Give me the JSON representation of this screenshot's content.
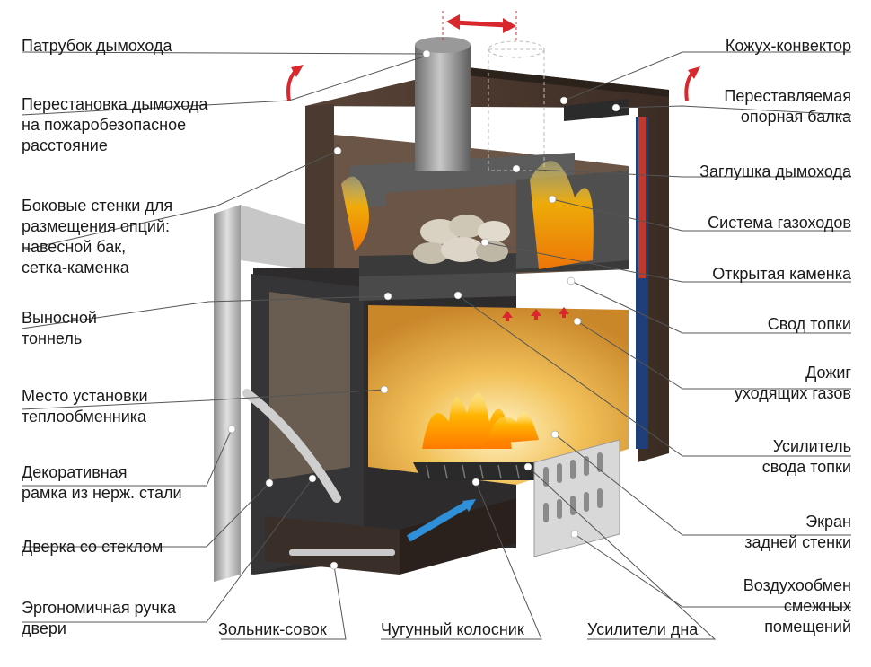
{
  "labels_left": [
    {
      "id": "patrubok",
      "lines": [
        "Патрубок дымохода"
      ]
    },
    {
      "id": "perestanovka",
      "lines": [
        "Перестановка дымохода",
        "на пожаробезопасное",
        "расстояние"
      ]
    },
    {
      "id": "bokovye",
      "lines": [
        "Боковые стенки для",
        "размещения опций:",
        "навесной  бак,",
        "сетка-каменка"
      ]
    },
    {
      "id": "vynosnoy",
      "lines": [
        "Выносной",
        "тоннель"
      ]
    },
    {
      "id": "mesto",
      "lines": [
        "Место установки",
        "теплообменника"
      ]
    },
    {
      "id": "dekor",
      "lines": [
        "Декоративная",
        "рамка из нерж. стали"
      ]
    },
    {
      "id": "dverka",
      "lines": [
        "Дверка со стеклом"
      ]
    },
    {
      "id": "ruchka",
      "lines": [
        "Эргономичная ручка",
        "двери"
      ]
    }
  ],
  "labels_right": [
    {
      "id": "kozhuh",
      "lines": [
        "Кожух-конвектор"
      ]
    },
    {
      "id": "balka",
      "lines": [
        "Переставляемая",
        "опорная балка"
      ]
    },
    {
      "id": "zaglushka",
      "lines": [
        "Заглушка дымохода"
      ]
    },
    {
      "id": "sistema",
      "lines": [
        "Система газоходов"
      ]
    },
    {
      "id": "kamenka",
      "lines": [
        "Открытая каменка"
      ]
    },
    {
      "id": "svod",
      "lines": [
        "Свод топки"
      ]
    },
    {
      "id": "dozhig",
      "lines": [
        "Дожиг",
        "уходящих газов"
      ]
    },
    {
      "id": "usilitel",
      "lines": [
        "Усилитель",
        "свода топки"
      ]
    },
    {
      "id": "ekran",
      "lines": [
        "Экран",
        "задней стенки"
      ]
    },
    {
      "id": "vozduh",
      "lines": [
        "Воздухообмен",
        "смежных",
        "помещений"
      ]
    }
  ],
  "labels_bottom": [
    {
      "id": "zolnik",
      "lines": [
        "Зольник-совок"
      ]
    },
    {
      "id": "kolosnik",
      "lines": [
        "Чугунный колосник"
      ]
    },
    {
      "id": "dno",
      "lines": [
        "Усилители дна"
      ]
    }
  ],
  "colors": {
    "accent_red": "#d8282e",
    "body_dark": "#3a3a3c",
    "steel": "#b9b9b9",
    "firebox": "#e8b453",
    "leader_line": "#555555"
  }
}
